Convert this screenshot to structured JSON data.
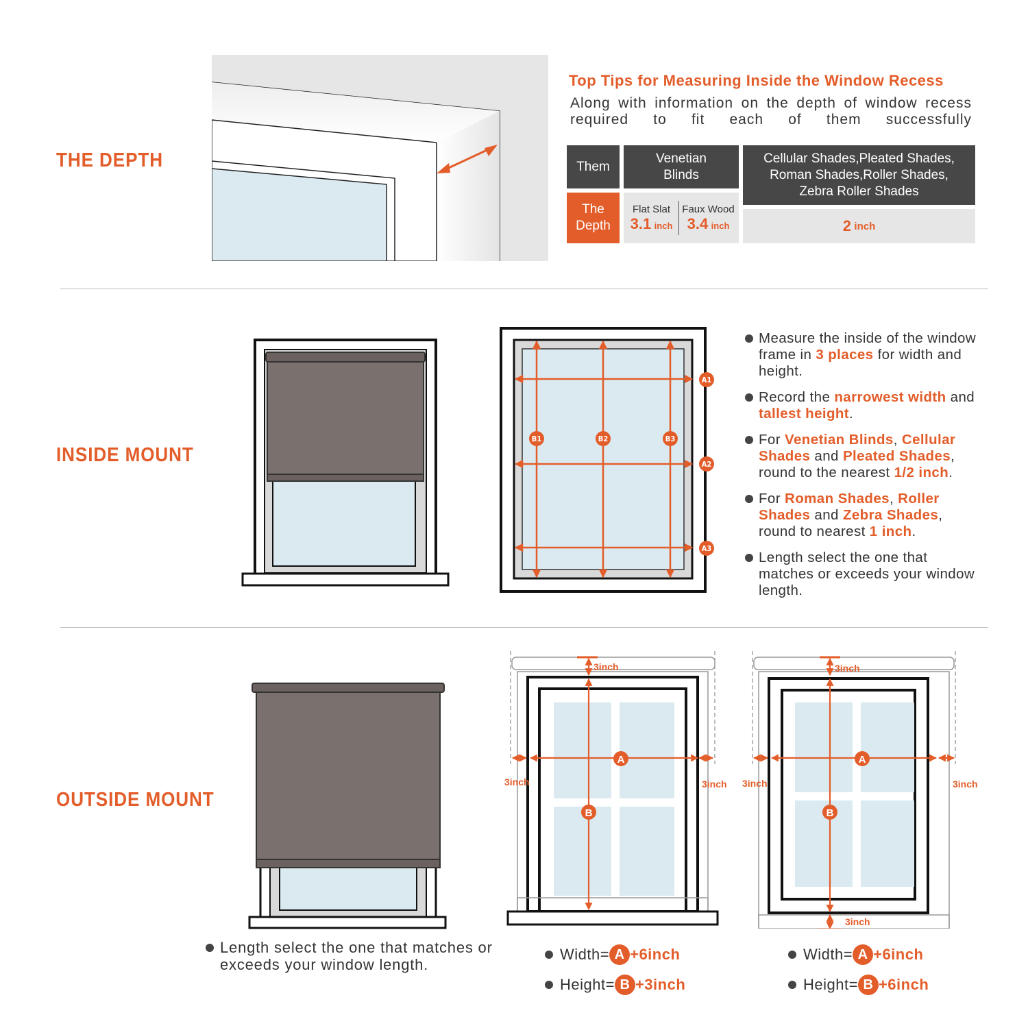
{
  "sections": {
    "depth": "THE DEPTH",
    "inside": "INSIDE MOUNT",
    "outside": "OUTSIDE MOUNT"
  },
  "tips": {
    "title": "Top Tips for Measuring Inside the Window Recess",
    "subtitle": "Along with information on the depth of window recess required to fit each of them successfully"
  },
  "table": {
    "head_them": "Them",
    "head_venetian": "Venetian Blinds",
    "head_others": "Cellular Shades,Pleated Shades, Roman Shades,Roller Shades, Zebra Roller Shades",
    "row_label": "The Depth",
    "flat_slat": {
      "label": "Flat Slat",
      "value": "3.1",
      "unit": "inch"
    },
    "faux_wood": {
      "label": "Faux Wood",
      "value": "3.4",
      "unit": "inch"
    },
    "others": {
      "value": "2",
      "unit": "inch"
    }
  },
  "inside_bullets": [
    [
      "Measure the inside of the window frame in ",
      "3 places",
      " for width and height."
    ],
    [
      "Record the ",
      "narrowest width",
      " and ",
      "tallest height",
      "."
    ],
    [
      "For ",
      "Venetian Blinds",
      ", ",
      "Cellular Shades",
      " and ",
      "Pleated Shades",
      ", round to the nearest ",
      "1/2 inch",
      "."
    ],
    [
      "For ",
      "Roman Shades",
      ", ",
      "Roller Shades",
      " and ",
      "Zebra Shades",
      ", round to nearest ",
      "1 inch",
      "."
    ],
    [
      "Length select the one that matches or exceeds your window length."
    ]
  ],
  "inside_markers": [
    "A1",
    "A2",
    "A3",
    "B1",
    "B2",
    "B3"
  ],
  "outside": {
    "note": "Length select the one that matches or exceeds your window length.",
    "dim_label": "3inch",
    "marker_a": "A",
    "marker_b": "B",
    "left": {
      "width_label": "Width=",
      "width_add": "+6inch",
      "height_label": "Height=",
      "height_add": "+3inch"
    },
    "right": {
      "width_label": "Width=",
      "width_add": "+6inch",
      "height_label": "Height=",
      "height_add": "+6inch"
    }
  },
  "colors": {
    "accent": "#e35d2a",
    "dark": "#474747",
    "light": "#e6e6e6",
    "shade": "#7a706d",
    "glass": "#dbeaf0"
  }
}
